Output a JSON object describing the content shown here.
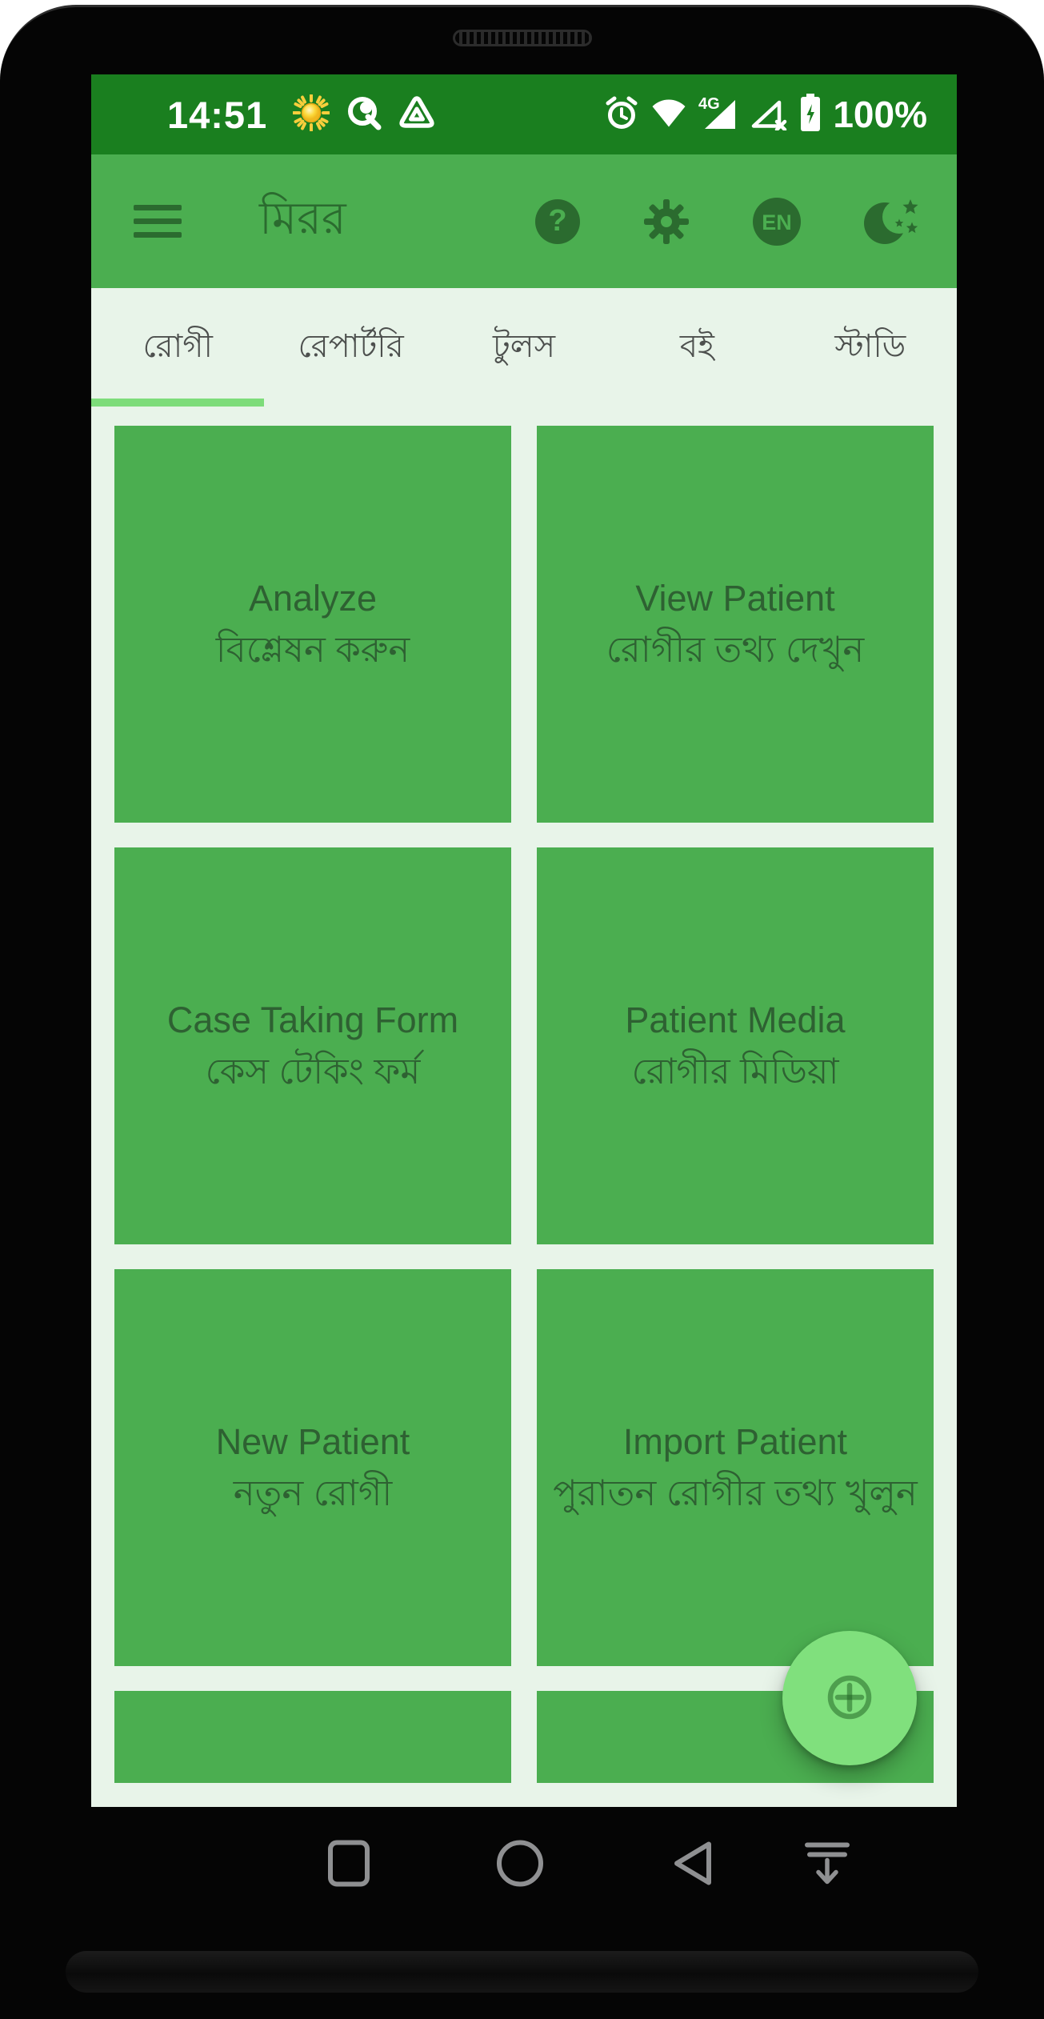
{
  "status_bar": {
    "time": "14:51",
    "network_label": "4G",
    "battery": "100%",
    "left_icons": [
      "sun-icon",
      "circle-slash-icon",
      "triangle-badge-icon"
    ],
    "right_icons": [
      "alarm-icon",
      "wifi-icon",
      "signal-4g-icon",
      "signal-no-sim-icon",
      "battery-charging-icon"
    ]
  },
  "app_bar": {
    "title": "মিরর",
    "language": "EN",
    "icons": [
      "menu-icon",
      "help-icon",
      "settings-icon",
      "language-icon",
      "night-mode-icon"
    ]
  },
  "tabs": {
    "active_index": 0,
    "items": [
      {
        "label": "রোগী"
      },
      {
        "label": "রেপার্টরি"
      },
      {
        "label": "টুলস"
      },
      {
        "label": "বই"
      },
      {
        "label": "স্টাডি"
      }
    ]
  },
  "cards": [
    {
      "title": "Analyze",
      "subtitle": "বিশ্লেষন করুন"
    },
    {
      "title": "View Patient",
      "subtitle": "রোগীর তথ্য দেখুন"
    },
    {
      "title": "Case Taking Form",
      "subtitle": "কেস টেকিং ফর্ম"
    },
    {
      "title": "Patient Media",
      "subtitle": "রোগীর মিডিয়া"
    },
    {
      "title": "New Patient",
      "subtitle": "নতুন রোগী"
    },
    {
      "title": "Import Patient",
      "subtitle": "পুরাতন রোগীর তথ্য খুলুন"
    }
  ],
  "partial_cards_visible": 2,
  "fab": {
    "icon": "plus-circle-icon"
  },
  "nav_bar": {
    "icons": [
      "recents-icon",
      "home-icon",
      "back-icon",
      "collapse-icon"
    ]
  },
  "colors": {
    "status_bar_bg": "#1a7f1f",
    "app_bar_bg": "#4bae50",
    "card_bg": "#4bae50",
    "page_bg": "#e8f4e9",
    "dark_green_icon": "#2b6b2f",
    "card_text": "#2e6132",
    "tab_text": "#4d504e",
    "tab_indicator": "#7ddc7a",
    "fab_bg": "#80e07d",
    "nav_icon_gray": "#8f9092"
  }
}
